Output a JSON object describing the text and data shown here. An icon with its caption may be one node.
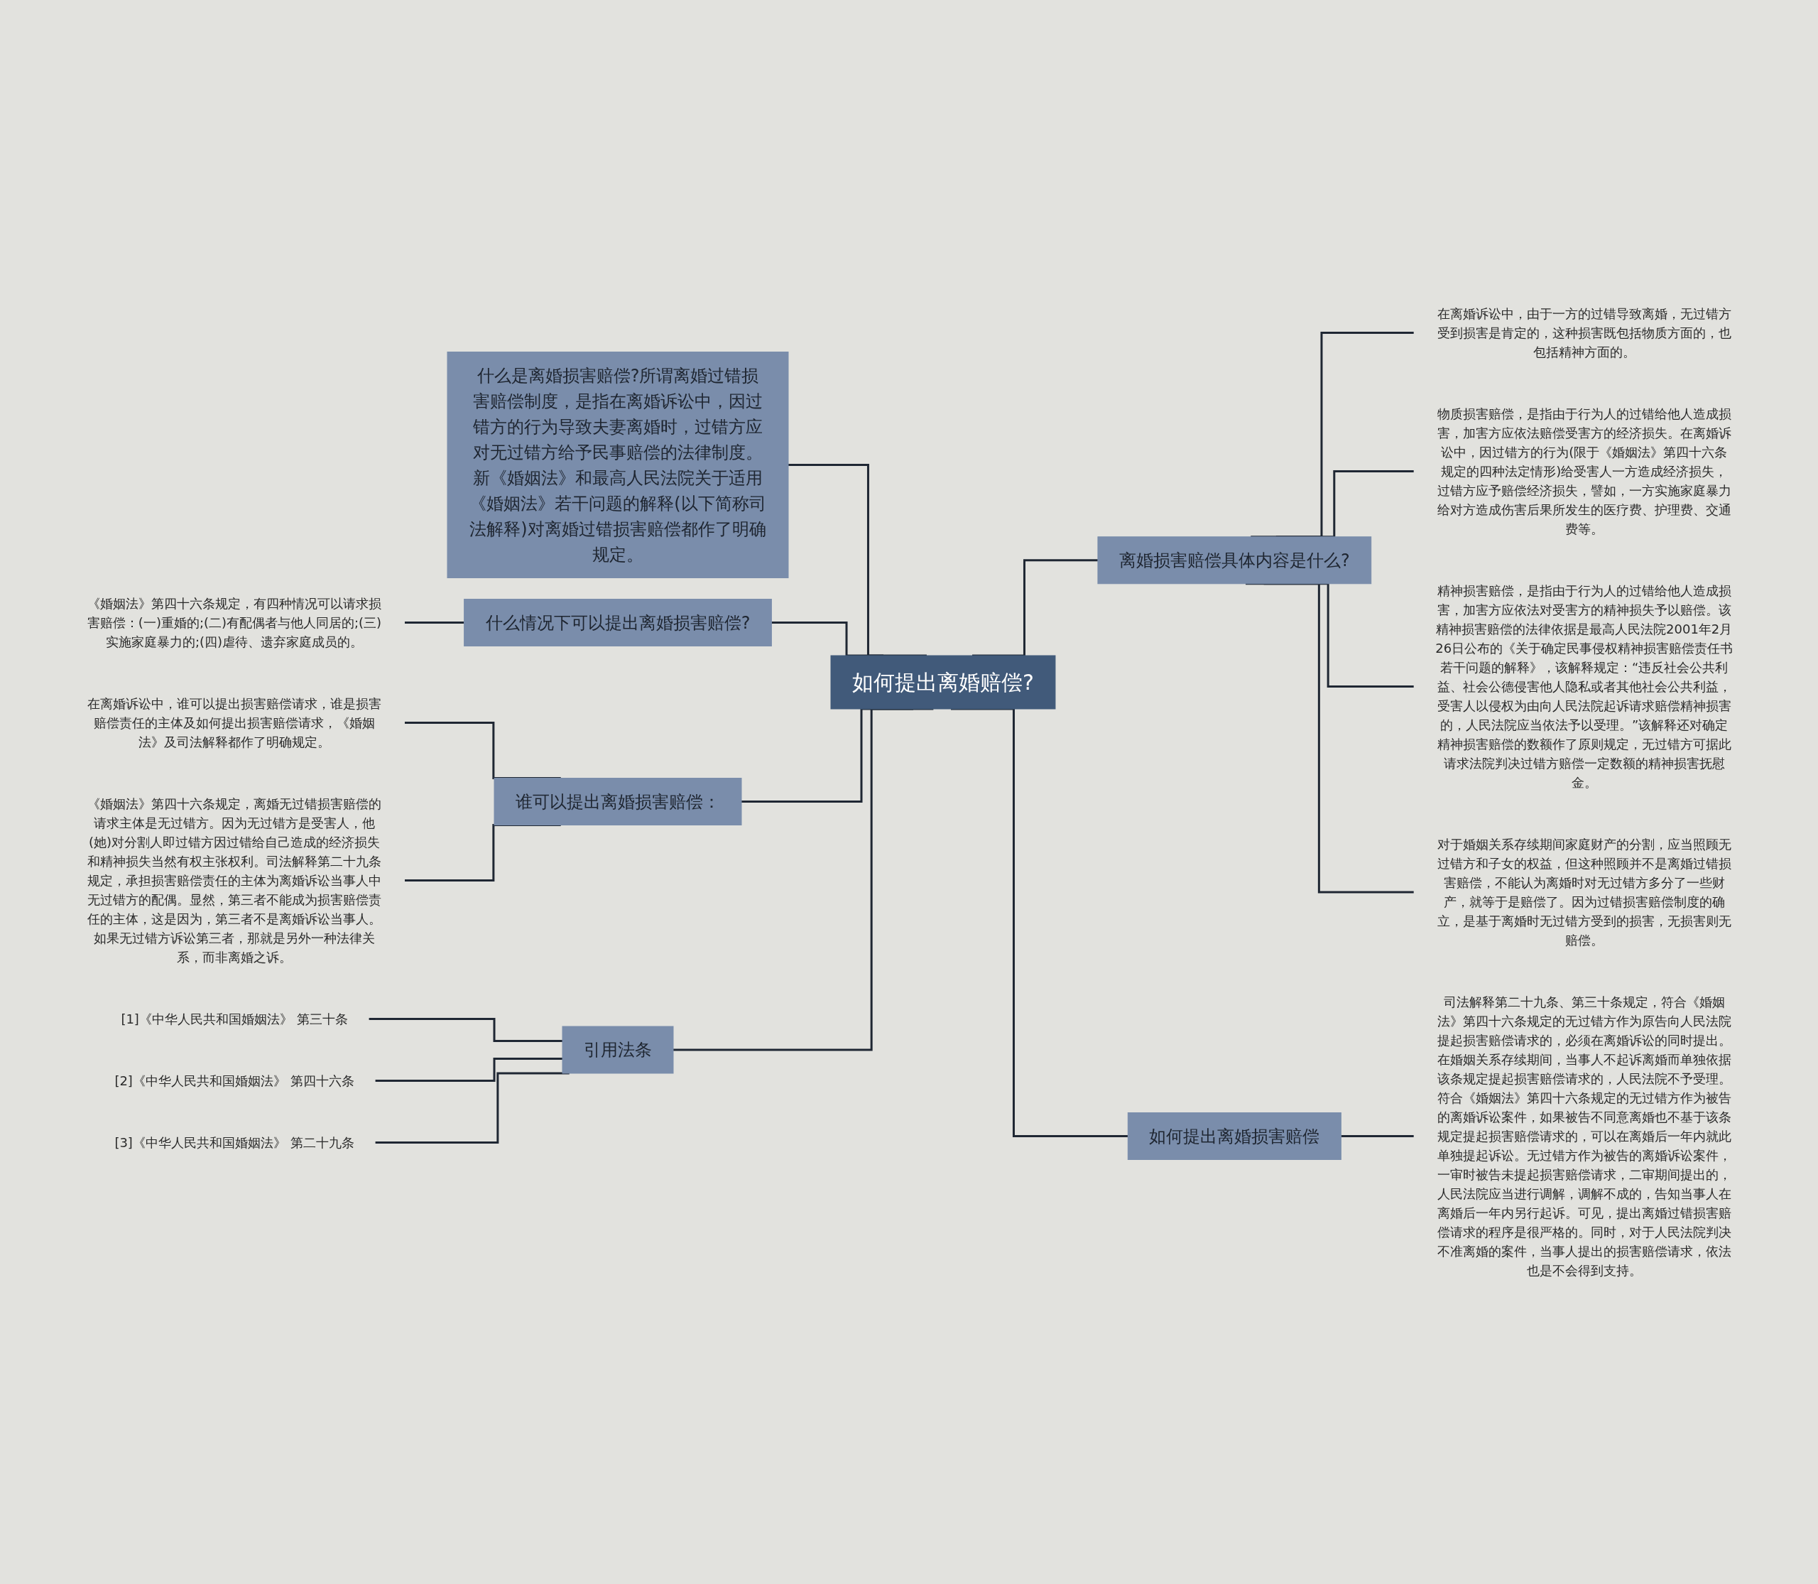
{
  "diagram": {
    "nodes": [
      {
        "text": [
          "如何提出离婚赔偿?"
        ]
      },
      {
        "text": [
          "什么情况下可以提出离婚损害赔偿?"
        ]
      },
      {
        "text": [
          "《婚姻法》第四十六条规定，有四种情况可以请求损害赔偿：(一)重婚的;(二)有配偶者与他人同居的;(三)实施家庭暴力的;(四)虐待、遗弃家庭成员的。"
        ]
      },
      {
        "text": [
          "谁可以提出离婚损害赔偿："
        ]
      },
      {
        "text": [
          "在离婚诉讼中，谁可以提出损害赔偿请求，谁是损害赔偿责任的主体及如何提出损害赔偿请求，《婚姻法》及司法解释都作了明确规定。"
        ]
      },
      {
        "text": [
          "《婚姻法》第四十六条规定，离婚无过错损害赔偿的请求主体是无过错方。因为无过错方是受害人，他(她)对分割人即过错方因过错给自己造成的经济损失和精神损失当然有权主张权利。司法解释第二十九条规定，承担损害赔偿责任的主体为离婚诉讼当事人中无过错方的配偶。显然，第三者不能成为损害赔偿责任的主体，这是因为，第三者不是离婚诉讼当事人。如果无过错方诉讼第三者，那就是另外一种法律关系，而非离婚之诉。"
        ]
      },
      {
        "text": [
          "引用法条"
        ]
      },
      {
        "text": [
          "[1]《中华人民共和国婚姻法》 第三十条"
        ]
      },
      {
        "text": [
          "[2]《中华人民共和国婚姻法》 第四十六条"
        ]
      },
      {
        "text": [
          "[3]《中华人民共和国婚姻法》 第二十九条"
        ]
      },
      {
        "text": [
          "什么是离婚损害赔偿?所谓离婚过错损害赔偿制度，是指在离婚诉讼中，因过错方的行为导致夫妻离婚时，过错方应对无过错方给予民事赔偿的法律制度。新《婚姻法》和最高人民法院关于适用《婚姻法》若干问题的解释(以下简称司法解释)对离婚过错损害赔偿都作了明确规定。"
        ]
      },
      {
        "text": [
          "离婚损害赔偿具体内容是什么?"
        ]
      },
      {
        "text": [
          "在离婚诉讼中，由于一方的过错导致离婚，无过错方受到损害是肯定的，这种损害既包括物质方面的，也包括精神方面的。"
        ]
      },
      {
        "text": [
          "物质损害赔偿，是指由于行为人的过错给他人造成损害，加害方应依法赔偿受害方的经济损失。在离婚诉讼中，因过错方的行为(限于《婚姻法》第四十六条规定的四种法定情形)给受害人一方造成经济损失，过错方应予赔偿经济损失，譬如，一方实施家庭暴力给对方造成伤害后果所发生的医疗费、护理费、交通费等。"
        ]
      },
      {
        "text": [
          "精神损害赔偿，是指由于行为人的过错给他人造成损害，加害方应依法对受害方的精神损失予以赔偿。该精神损害赔偿的法律依据是最高人民法院2001年2月26日公布的《关于确定民事侵权精神损害赔偿责任书若干问题的解释》，该解释规定：“违反社会公共利益、社会公德侵害他人隐私或者其他社会公共利益，受害人以侵权为由向人民法院起诉请求赔偿精神损害的，人民法院应当依法予以受理。”该解释还对确定精神损害赔偿的数额作了原则规定，无过错方可据此请求法院判决过错方赔偿一定数额的精神损害抚慰金。"
        ]
      },
      {
        "text": [
          "对于婚姻关系存续期间家庭财产的分割，应当照顾无过错方和子女的权益，但这种照顾并不是离婚过错损害赔偿，不能认为离婚时对无过错方多分了一些财产，就等于是赔偿了。因为过错损害赔偿制度的确立，是基于离婚时无过错方受到的损害，无损害则无赔偿。"
        ]
      },
      {
        "text": [
          "如何提出离婚损害赔偿"
        ]
      },
      {
        "text": [
          "司法解释第二十九条、第三十条规定，符合《婚姻法》第四十六条规定的无过错方作为原告向人民法院提起损害赔偿请求的，必须在离婚诉讼的同时提出。在婚姻关系存续期间，当事人不起诉离婚而单独依据该条规定提起损害赔偿请求的，人民法院不予受理。符合《婚姻法》第四十六条规定的无过错方作为被告的离婚诉讼案件，如果被告不同意离婚也不基于该条规定提起损害赔偿请求的，可以在离婚后一年内就此单独提起诉讼。无过错方作为被告的离婚诉讼案件，一审时被告未提起损害赔偿请求，二审期间提出的，人民法院应当进行调解，调解不成的，告知当事人在离婚后一年内另行起诉。可见，提出离婚过错损害赔偿请求的程序是很严格的。同时，对于人民法院判决不准离婚的案件，当事人提出的损害赔偿请求，依法也是不会得到支持。"
        ]
      }
    ],
    "edges": [
      {
        "from": 10,
        "to": 0,
        "arrow": "none"
      },
      {
        "from": 1,
        "to": 0,
        "arrow": "none"
      },
      {
        "from": 2,
        "to": 1,
        "arrow": "none"
      },
      {
        "from": 3,
        "to": 0,
        "arrow": "none"
      },
      {
        "from": 4,
        "to": 3,
        "arrow": "none"
      },
      {
        "from": 5,
        "to": 3,
        "arrow": "none"
      },
      {
        "from": 6,
        "to": 0,
        "arrow": "none"
      },
      {
        "from": 7,
        "to": 6,
        "arrow": "none"
      },
      {
        "from": 8,
        "to": 6,
        "arrow": "none"
      },
      {
        "from": 9,
        "to": 6,
        "arrow": "none"
      },
      {
        "from": 0,
        "to": 11,
        "arrow": "none"
      },
      {
        "from": 11,
        "to": 12,
        "arrow": "none"
      },
      {
        "from": 11,
        "to": 13,
        "arrow": "none"
      },
      {
        "from": 11,
        "to": 14,
        "arrow": "none"
      },
      {
        "from": 11,
        "to": 15,
        "arrow": "none"
      },
      {
        "from": 0,
        "to": 16,
        "arrow": "none"
      },
      {
        "from": 16,
        "to": 17,
        "arrow": "none"
      }
    ]
  }
}
